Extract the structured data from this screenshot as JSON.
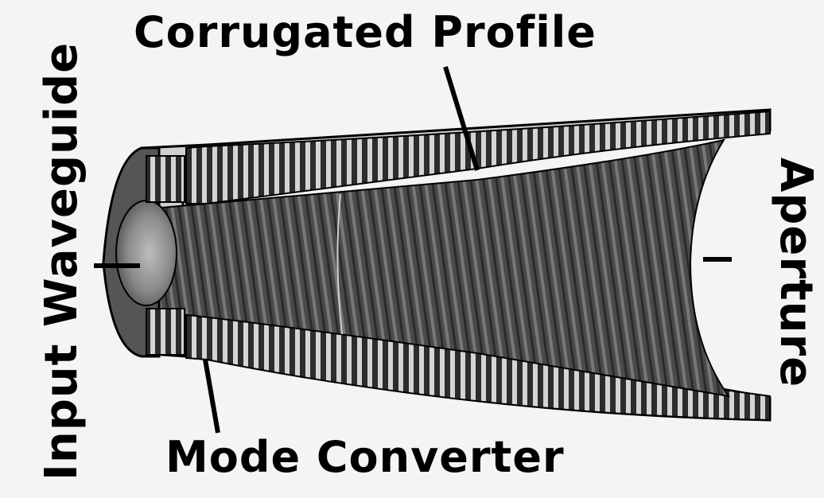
{
  "labels": {
    "corrugated_profile": "Corrugated Profile",
    "input_waveguide": "Input Waveguide",
    "aperture": "Aperture",
    "mode_converter": "Mode Converter"
  },
  "colors": {
    "background": "#f4f4f4",
    "horn_body": "#3a3a3a",
    "corrugation_light": "#c8c8c8",
    "corrugation_dark": "#2a2a2a",
    "text": "#000000"
  }
}
